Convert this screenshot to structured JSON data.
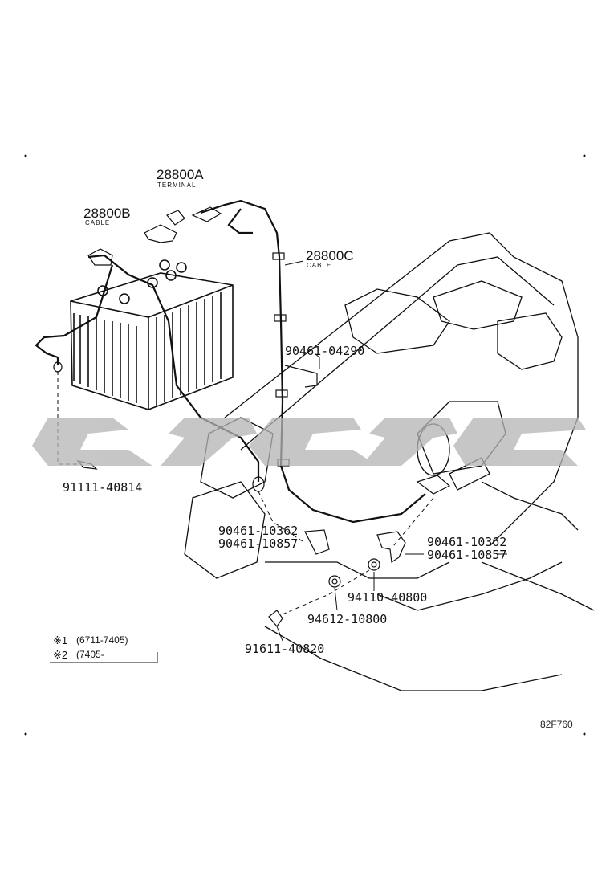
{
  "parts": {
    "terminal": {
      "number": "28800A",
      "name": "TERMINAL"
    },
    "cable_b": {
      "number": "28800B",
      "name": "CABLE"
    },
    "cable_c": {
      "number": "28800C",
      "name": "CABLE"
    },
    "clamp_upper": "90461-04290",
    "bolt_battery": "91111-40814",
    "clamp_left_a": "90461-10362",
    "clamp_left_b": "90461-10857",
    "clamp_right_a": "90461-10362",
    "clamp_right_b": "90461-10857",
    "nut": "94110-40800",
    "washer": "94612-10800",
    "bolt_ground": "91611-40820"
  },
  "notes": [
    {
      "mark": "※1",
      "range": "(6711-7405)"
    },
    {
      "mark": "※2",
      "range": "(7405-"
    }
  ],
  "figure_code": "82F760",
  "colors": {
    "line": "#111111",
    "watermark": "#b4b4b4"
  }
}
